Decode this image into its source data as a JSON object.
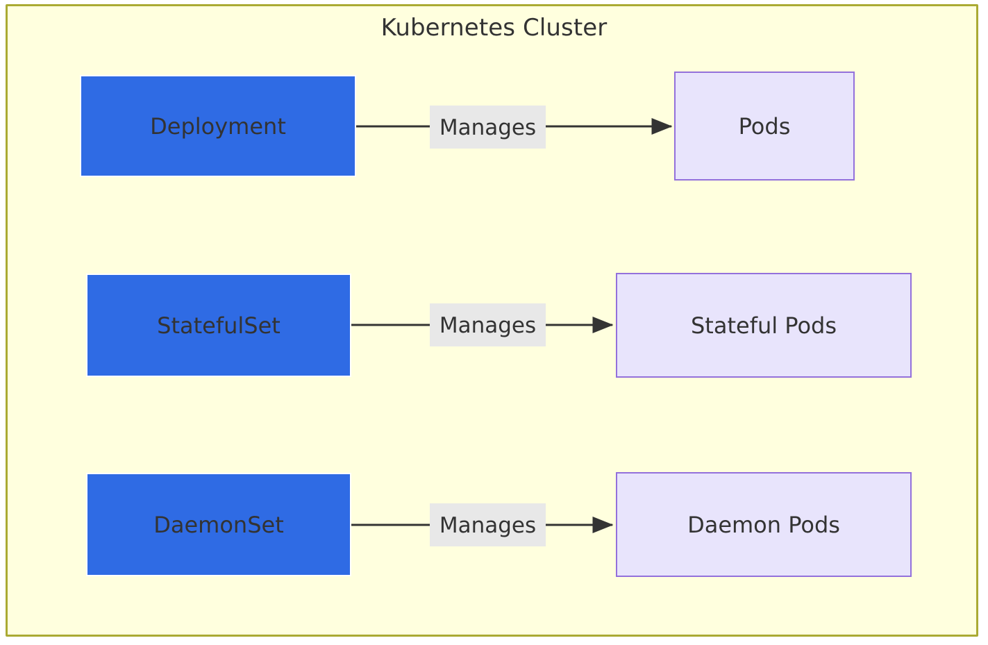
{
  "diagram": {
    "title": "Kubernetes Cluster",
    "type": "flowchart",
    "colors": {
      "cluster_background": "#ffffde",
      "cluster_border": "#aaaa33",
      "controller_fill": "#2f6be4",
      "controller_border": "#ffffff",
      "pods_fill": "#e8e4fc",
      "pods_border": "#9370db",
      "edge_stroke": "#333333",
      "edge_label_background": "#e8e8e8",
      "text": "#333333"
    }
  },
  "nodes": {
    "deployment": {
      "label": "Deployment",
      "kind": "controller"
    },
    "pods": {
      "label": "Pods",
      "kind": "pods"
    },
    "statefulset": {
      "label": "StatefulSet",
      "kind": "controller"
    },
    "stateful_pods": {
      "label": "Stateful Pods",
      "kind": "pods"
    },
    "daemonset": {
      "label": "DaemonSet",
      "kind": "controller"
    },
    "daemon_pods": {
      "label": "Daemon Pods",
      "kind": "pods"
    }
  },
  "edges": [
    {
      "from": "deployment",
      "to": "pods",
      "label": "Manages",
      "arrow": "arrowhead-right"
    },
    {
      "from": "statefulset",
      "to": "stateful_pods",
      "label": "Manages",
      "arrow": "arrowhead-right"
    },
    {
      "from": "daemonset",
      "to": "daemon_pods",
      "label": "Manages",
      "arrow": "arrowhead-right"
    }
  ]
}
